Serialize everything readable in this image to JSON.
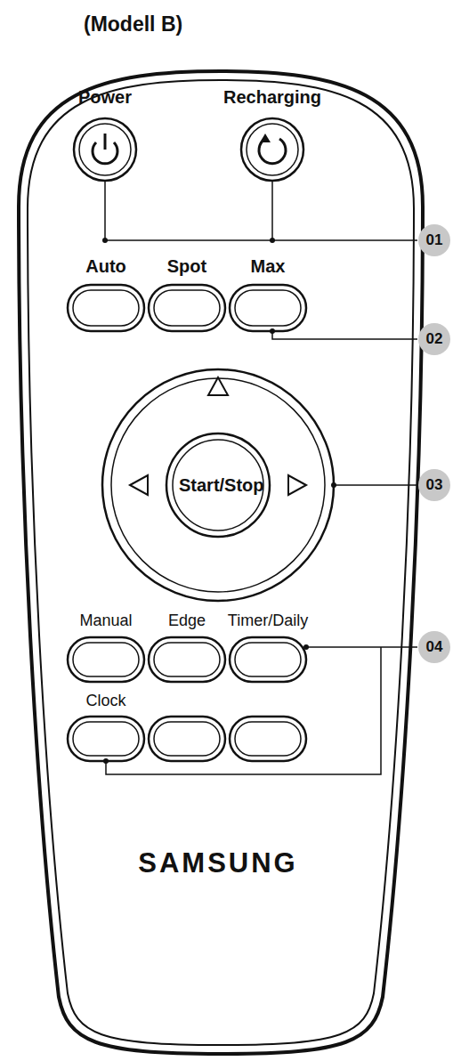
{
  "diagram": {
    "title": "(Modell B)",
    "nodes": [
      {
        "text": [
          "SAMSUNG"
        ]
      },
      {
        "text": [
          "Power"
        ],
        "in": 0
      },
      {
        "text": [
          "Recharging"
        ],
        "in": 0
      },
      {
        "text": [
          "Auto"
        ],
        "in": 0
      },
      {
        "text": [
          "Spot"
        ],
        "in": 0
      },
      {
        "text": [
          "Max"
        ],
        "in": 0
      },
      {
        "text": [
          "Start/Stop"
        ],
        "in": 0
      },
      {
        "text": [
          "Manual"
        ],
        "in": 0
      },
      {
        "text": [
          "Edge"
        ],
        "in": 0
      },
      {
        "text": [
          "Timer/Daily"
        ],
        "in": 0
      },
      {
        "text": [
          "Clock"
        ],
        "in": 0
      }
    ],
    "labels": [
      "01",
      "02",
      "03",
      "04"
    ]
  }
}
